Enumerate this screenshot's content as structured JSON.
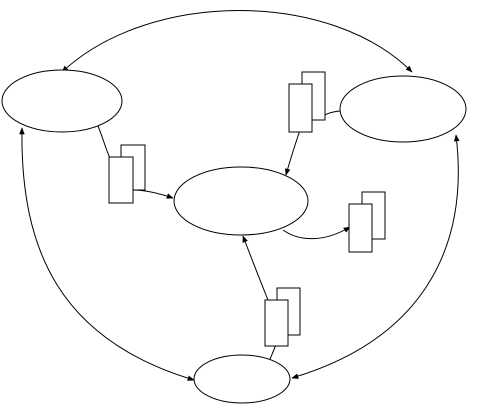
{
  "diagram": {
    "background": "#ffffff",
    "stroke_color": "#000000",
    "nodes": [
      {
        "id": "top-left",
        "label": ""
      },
      {
        "id": "top-right",
        "label": ""
      },
      {
        "id": "center",
        "label": ""
      },
      {
        "id": "bottom",
        "label": ""
      }
    ],
    "documents": [
      {
        "id": "doc-left",
        "label": ""
      },
      {
        "id": "doc-top-right",
        "label": ""
      },
      {
        "id": "doc-right",
        "label": ""
      },
      {
        "id": "doc-bottom",
        "label": ""
      }
    ]
  }
}
